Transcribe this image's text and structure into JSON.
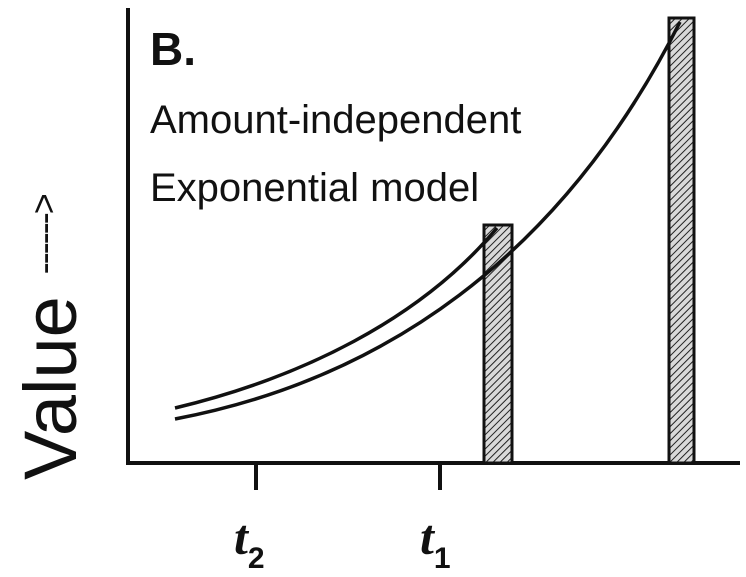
{
  "panel_label": "B.",
  "annotation_line1": "Amount-independent",
  "annotation_line2": "Exponential model",
  "y_axis": {
    "label": "Value",
    "arrow_text": "------>"
  },
  "x_ticks": [
    {
      "symbol": "t",
      "subscript": "2"
    },
    {
      "symbol": "t",
      "subscript": "1"
    }
  ],
  "colors": {
    "ink": "#111111",
    "hatch_bg": "#d9d9d9"
  },
  "reward_bars": [
    {
      "id": "small-early-reward",
      "relative_value": 0.52
    },
    {
      "id": "large-late-reward",
      "relative_value": 1.0
    }
  ]
}
